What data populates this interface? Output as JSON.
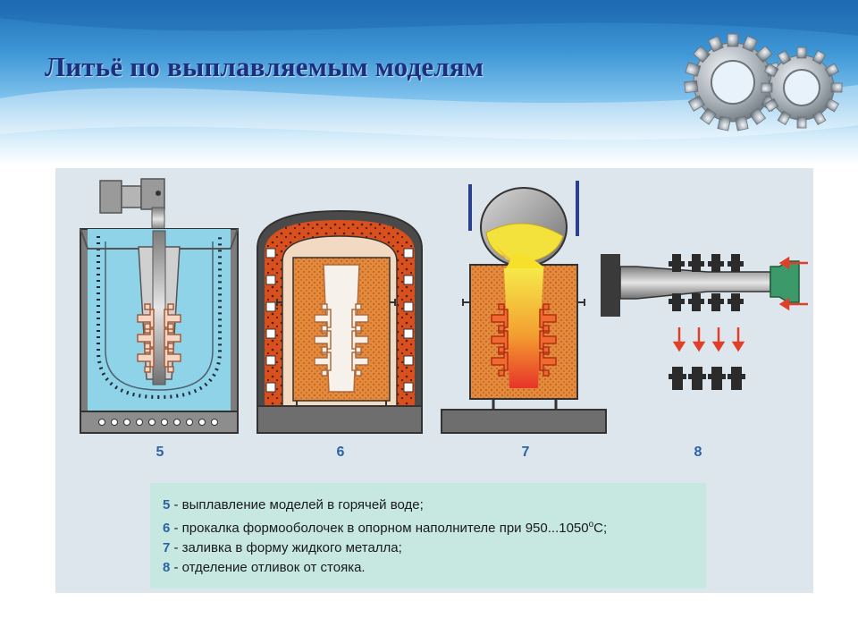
{
  "slide": {
    "title": "Литьё по выплавляемым моделям"
  },
  "stages": [
    {
      "number": "5"
    },
    {
      "number": "6"
    },
    {
      "number": "7"
    },
    {
      "number": "8"
    }
  ],
  "legend": [
    {
      "num": "5",
      "text": " - выплавление моделей в горячей воде;"
    },
    {
      "num": "6",
      "text": " - прокалка формооболочек в опорном наполнителе при 950...1050",
      "sup": "o",
      "tail": "С;"
    },
    {
      "num": "7",
      "text": " - заливка в форму жидкого металла;"
    },
    {
      "num": "8",
      "text": " - отделение отливок от стояка."
    }
  ],
  "colors": {
    "title": "#1c2f7e",
    "stage_number": "#2b63a6",
    "legend_bg": "#c6e8e1",
    "diagram_bg": "#dde6ec",
    "water": "#8fd3e8",
    "filler": "#e58a3a",
    "brick": "#d8501e",
    "metal": "#f4e23c",
    "arrow": "#e0402a"
  }
}
